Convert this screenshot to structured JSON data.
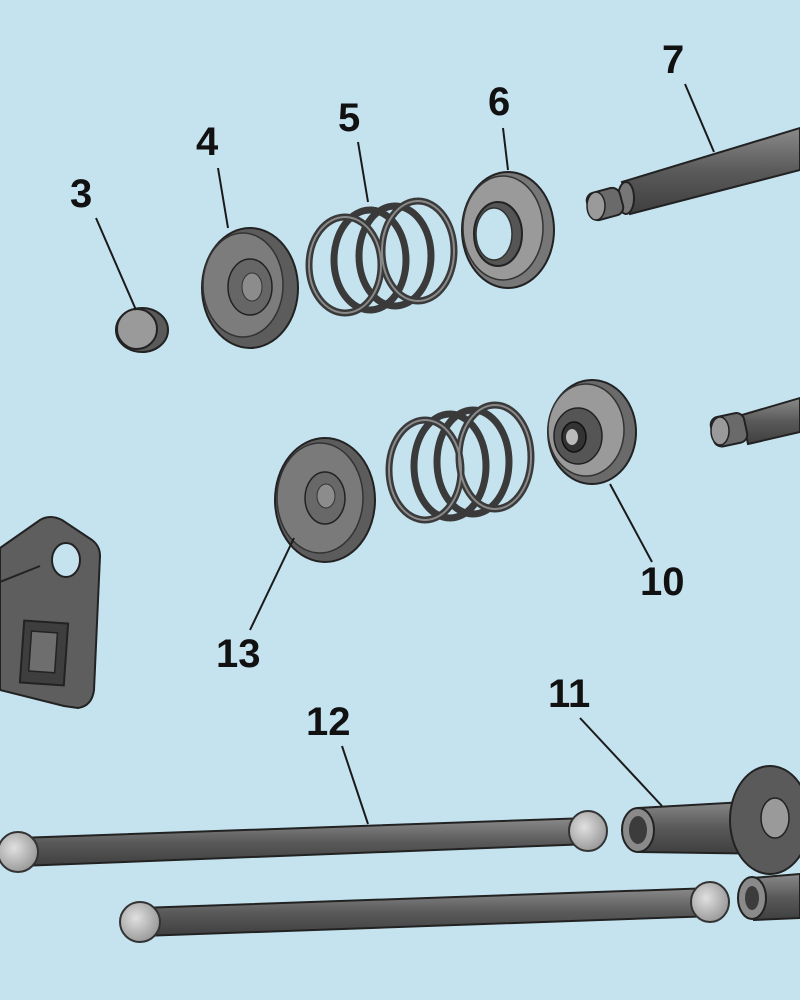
{
  "colors": {
    "background": "#c5e3ef",
    "part_dark": "#565656",
    "part_mid": "#7a7a7a",
    "part_light": "#bdbdbd",
    "leader": "#1a1a1a"
  },
  "callouts": {
    "c3": "3",
    "c4": "4",
    "c5": "5",
    "c6": "6",
    "c7": "7",
    "c10": "10",
    "c11": "11",
    "c12": "12",
    "c13": "13"
  }
}
